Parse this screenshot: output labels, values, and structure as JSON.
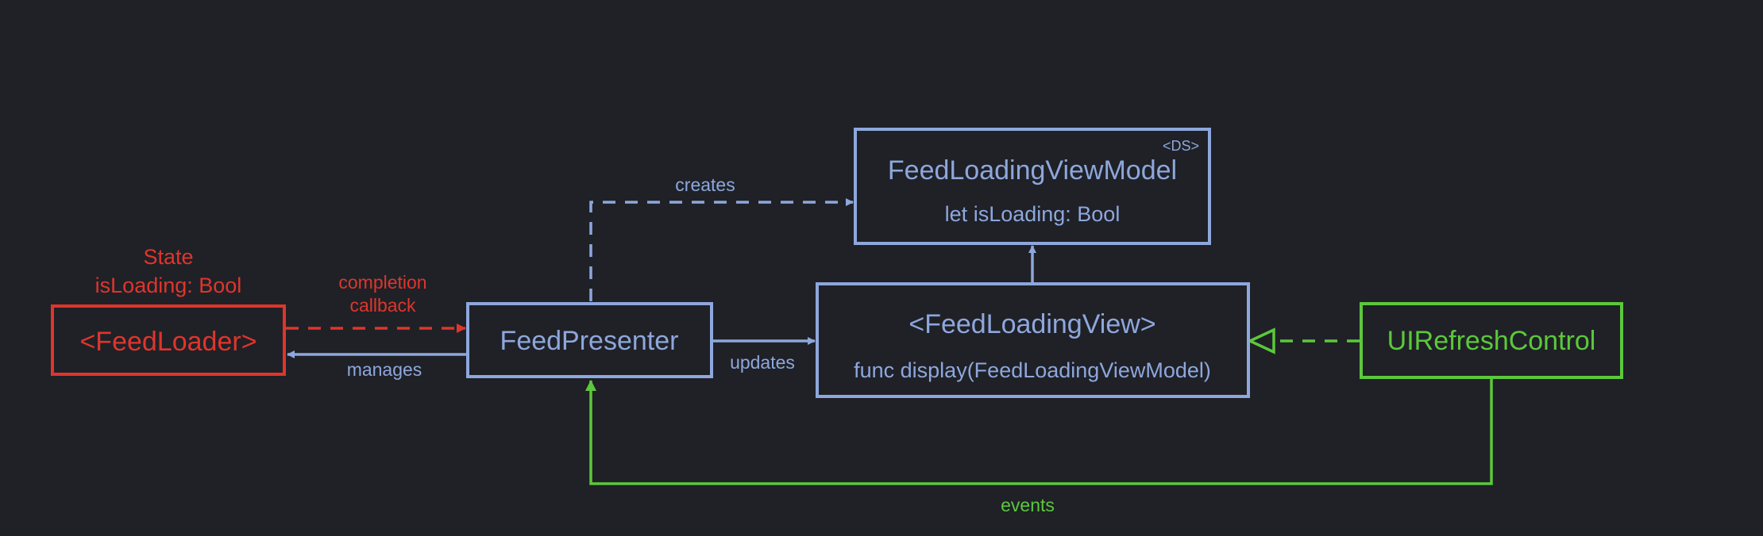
{
  "colors": {
    "background": "#1f2127",
    "blue": "#8ea7dc",
    "red": "#e0352b",
    "green": "#5cc83b"
  },
  "nodes": {
    "feed_loader": {
      "title": "<FeedLoader>",
      "state_title": "State",
      "state_value": "isLoading: Bool"
    },
    "feed_presenter": {
      "title": "FeedPresenter"
    },
    "feed_loading_view_model": {
      "title": "FeedLoadingViewModel",
      "stereotype": "<DS>",
      "property": "let isLoading: Bool"
    },
    "feed_loading_view": {
      "title": "<FeedLoadingView>",
      "method": "func display(FeedLoadingViewModel)"
    },
    "ui_refresh_control": {
      "title": "UIRefreshControl"
    }
  },
  "edges": {
    "completion_line1": "completion",
    "completion_line2": "callback",
    "manages": "manages",
    "creates": "creates",
    "updates": "updates",
    "events": "events"
  }
}
